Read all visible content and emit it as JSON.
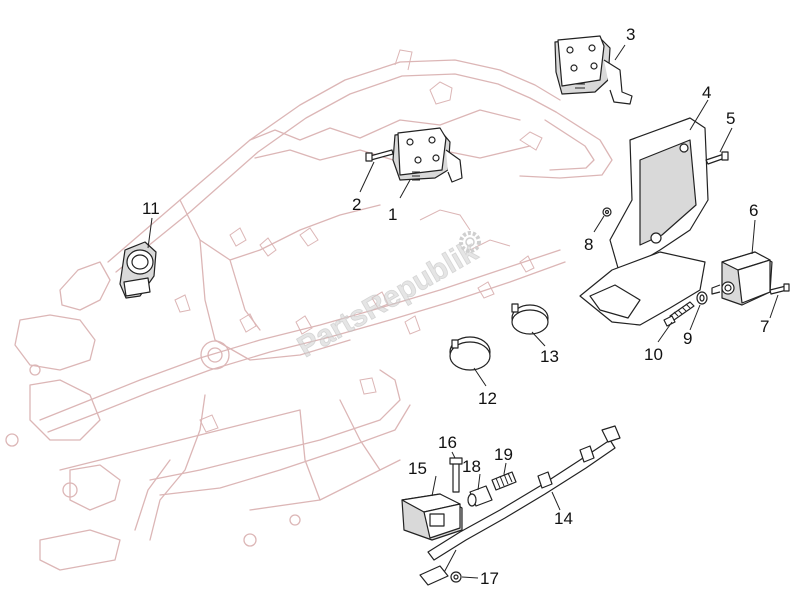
{
  "diagram": {
    "watermark": "PartsRepublik",
    "callouts": [
      {
        "id": "1",
        "label": "1"
      },
      {
        "id": "2",
        "label": "2"
      },
      {
        "id": "3",
        "label": "3"
      },
      {
        "id": "4",
        "label": "4"
      },
      {
        "id": "5",
        "label": "5"
      },
      {
        "id": "6",
        "label": "6"
      },
      {
        "id": "7",
        "label": "7"
      },
      {
        "id": "8",
        "label": "8"
      },
      {
        "id": "9",
        "label": "9"
      },
      {
        "id": "10",
        "label": "10"
      },
      {
        "id": "11",
        "label": "11"
      },
      {
        "id": "12",
        "label": "12"
      },
      {
        "id": "13",
        "label": "13"
      },
      {
        "id": "14",
        "label": "14"
      },
      {
        "id": "15",
        "label": "15"
      },
      {
        "id": "16",
        "label": "16"
      },
      {
        "id": "17",
        "label": "17"
      },
      {
        "id": "18",
        "label": "18"
      },
      {
        "id": "19",
        "label": "19"
      }
    ],
    "colors": {
      "frame": "#dcb6b6",
      "parts": "#222222",
      "watermark": "#d0d0d0"
    }
  }
}
